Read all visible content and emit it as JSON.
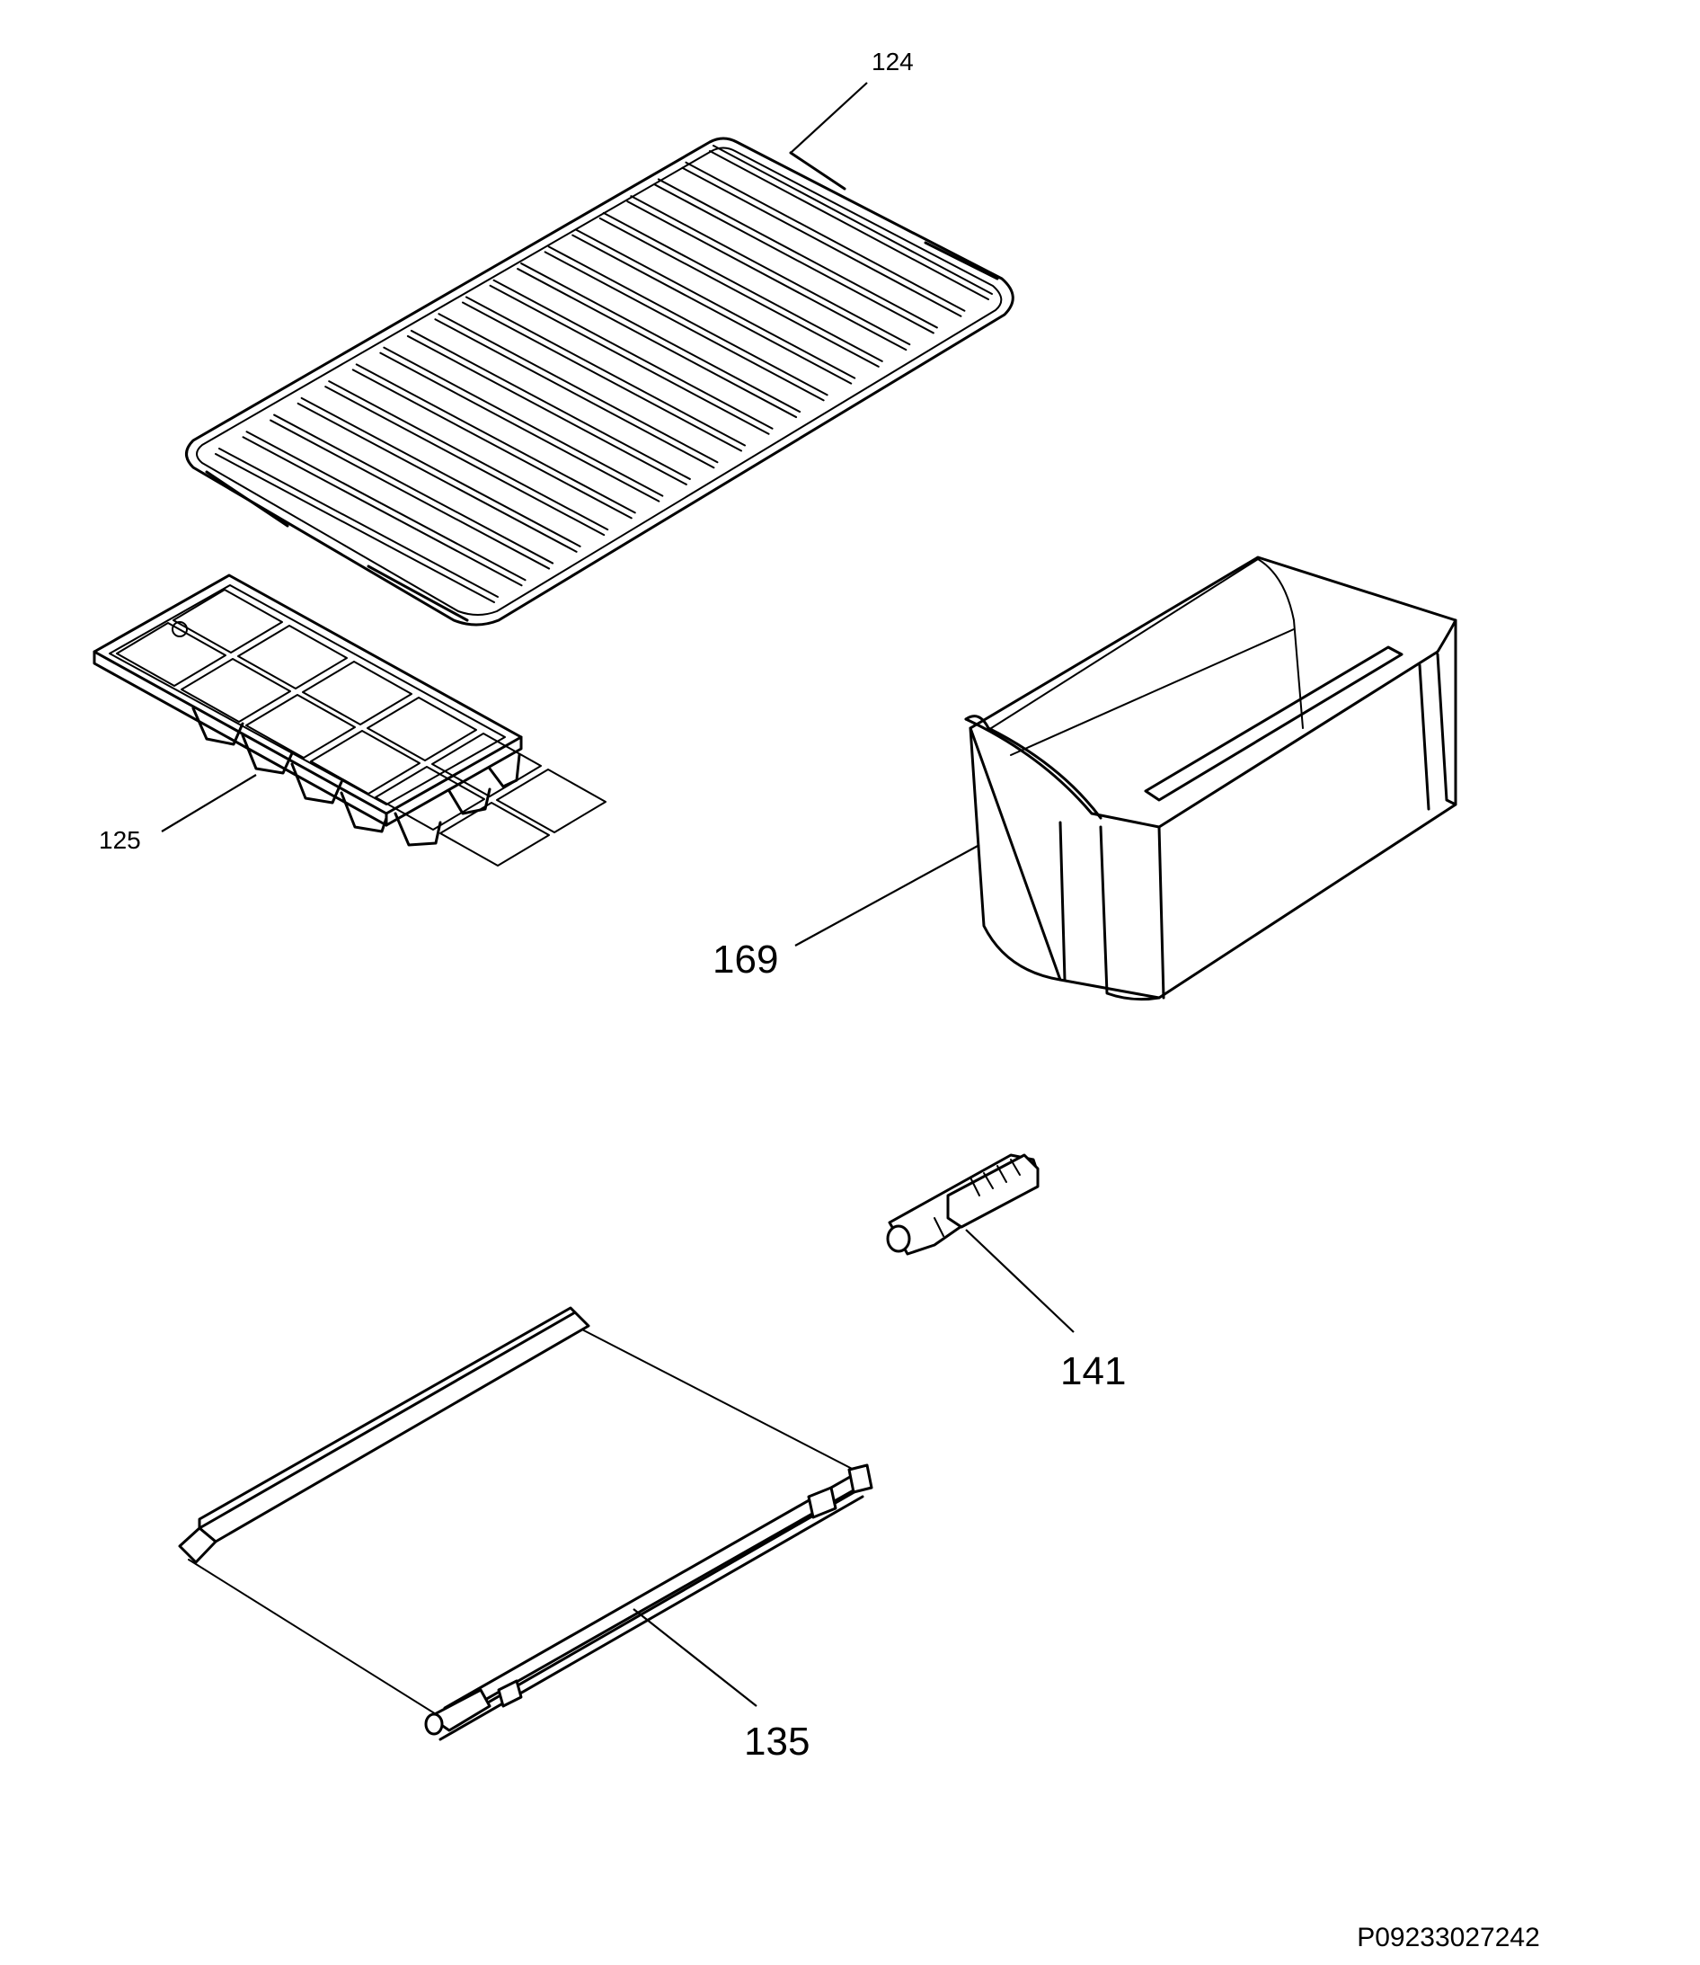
{
  "callouts": {
    "wire_shelf": "124",
    "ice_tray": "125",
    "drawer": "169",
    "hinge_pin": "141",
    "glass_shelf": "135"
  },
  "document_id": "P09233027242"
}
